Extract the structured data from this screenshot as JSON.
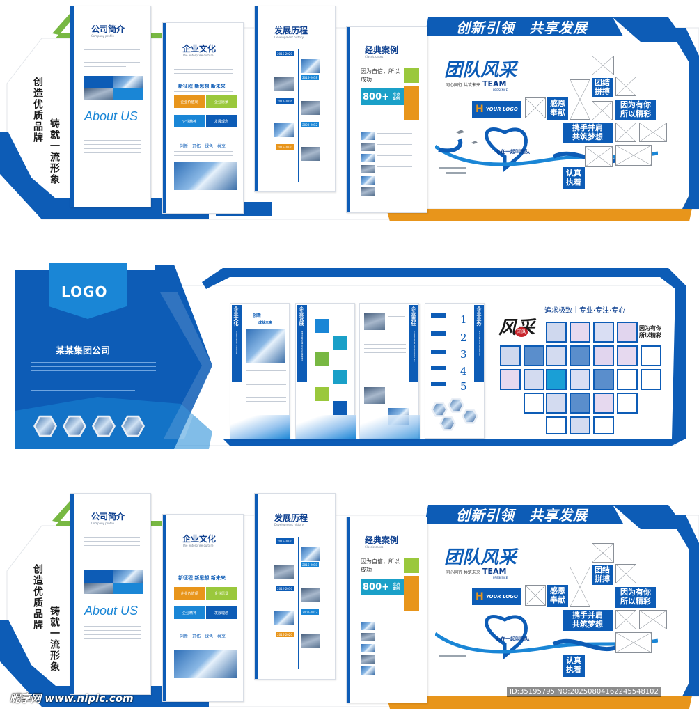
{
  "top_wall": {
    "vertical_slogan_a": "创造优质品牌",
    "vertical_slogan_b": "铸就一流形象",
    "banner": "创新引领　共享发展",
    "panels": {
      "about": {
        "title": "公司简介",
        "subtitle": "Company profile",
        "about_logo": "About US"
      },
      "culture": {
        "title": "企业文化",
        "subtitle": "The enterprise culture",
        "slogan": "新征程 新思想 新未来",
        "values": [
          "企业价值观",
          "企业愿景",
          "企业精神",
          "发展理念"
        ],
        "motto": "创新　开拓　绿色　共享"
      },
      "history": {
        "title": "发展历程",
        "subtitle": "Development history",
        "years": [
          "2016-2020",
          "2016-2018",
          "2012-2016",
          "2000-2012",
          "2016-2020"
        ]
      },
      "cases": {
        "title": "经典案例",
        "subtitle": "Classic cases",
        "quote": "因为自信，所以成功",
        "count": "800+",
        "count_label": "成功案例"
      }
    },
    "team": {
      "title": "团队风采",
      "team_en": "TEAM",
      "team_presence": "PRESENCE",
      "tagline": "同心同行 共筑未来",
      "logo_text": "YOUR LOGO",
      "heart_text": "心在一起叫团队",
      "tags": [
        "团结拼搏",
        "感恩奉献",
        "因为有你所以精彩",
        "携手并肩共筑梦想",
        "认真执着"
      ]
    }
  },
  "middle_wall": {
    "logo": "LOGO",
    "company": "某某集团公司",
    "columns": [
      {
        "title": "企业文化",
        "en": "CORPORATE CULTURE",
        "headline_a": "创新",
        "headline_b": "成就未来"
      },
      {
        "title": "企业发展",
        "en": "ENTERPRISE DEVELOPMENT"
      },
      {
        "title": "企业责任",
        "en": "CORPORATE RESPONSIBILITY"
      },
      {
        "title": "企业业务",
        "en": "ENTERPRISE BUSINESS",
        "numbers": [
          "1",
          "2",
          "3",
          "4",
          "5"
        ]
      }
    ],
    "team_calligraphy": "风采",
    "team_small": "团队",
    "slogan": "追求极致｜专业·专注·专心",
    "side_text": "因为有你所以精彩"
  },
  "watermark": {
    "left": "昵享网 www.nipic.com",
    "right": "ID:35195795 NO:20250804162245548102"
  },
  "colors": {
    "primary": "#0d5cb6",
    "light": "#1a86d6",
    "accent": "#e8951b",
    "green": "#78b843",
    "teal": "#1aa0c8"
  }
}
